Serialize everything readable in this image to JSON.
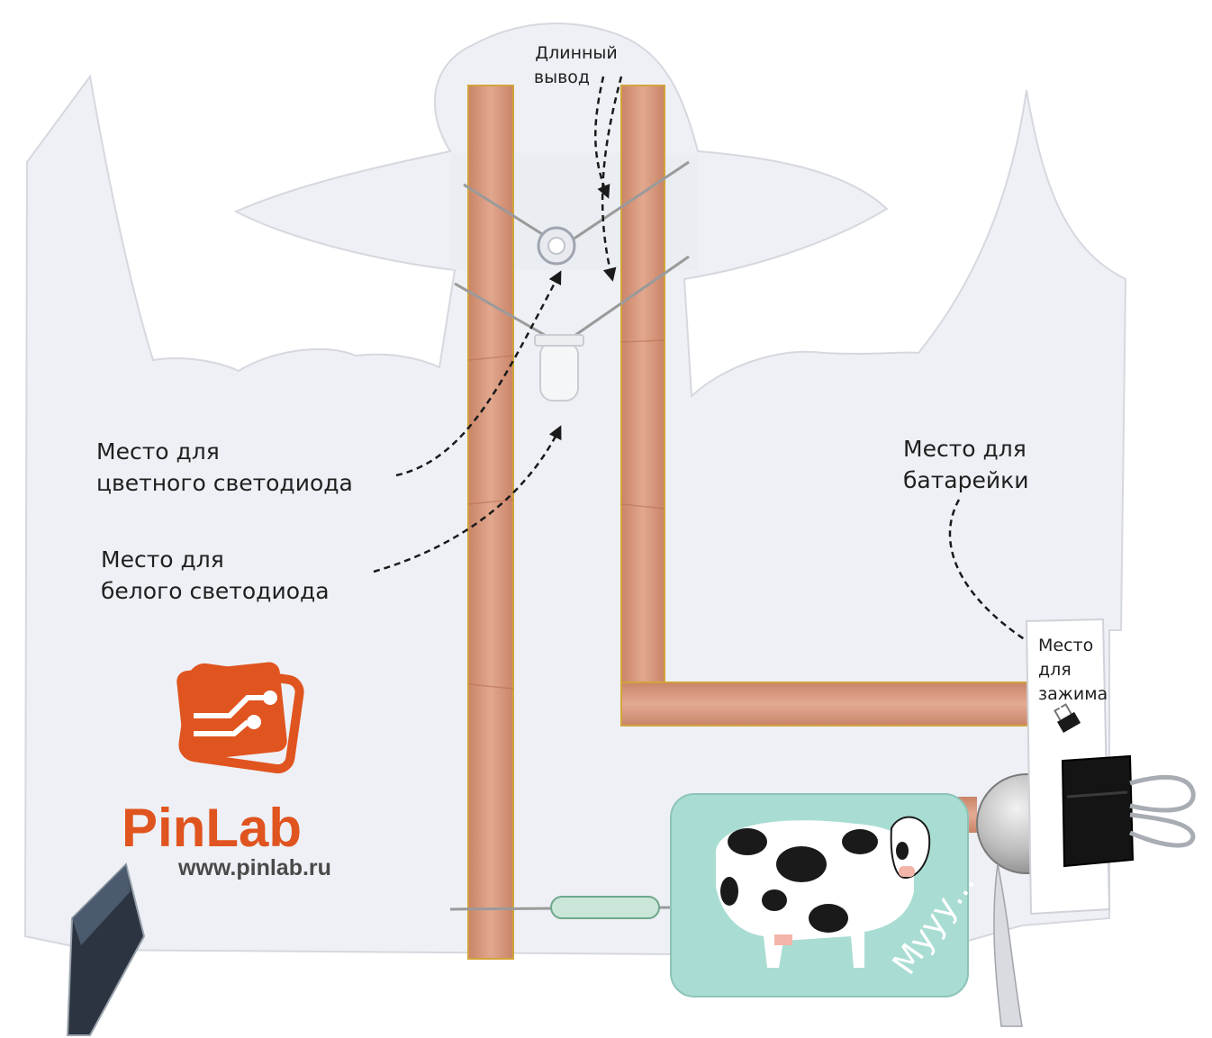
{
  "labels": {
    "long_lead_line1": "Длинный",
    "long_lead_line2": "вывод",
    "color_led_line1": "Место для",
    "color_led_line2": "цветного светодиода",
    "white_led_line1": "Место для",
    "white_led_line2": "белого светодиода",
    "battery_line1": "Место для",
    "battery_line2": "батарейки",
    "clip_line1": "Место",
    "clip_line2": "для",
    "clip_line3": "зажима"
  },
  "brand": {
    "name": "PinLab",
    "url": "www.pinlab.ru"
  },
  "card": {
    "text": "Мууу..."
  },
  "colors": {
    "board": "#eef0f5",
    "copper": "#d9977c",
    "brand_orange": "#e0541f",
    "mint_card": "#a9ddd3",
    "clip": "#121212"
  }
}
